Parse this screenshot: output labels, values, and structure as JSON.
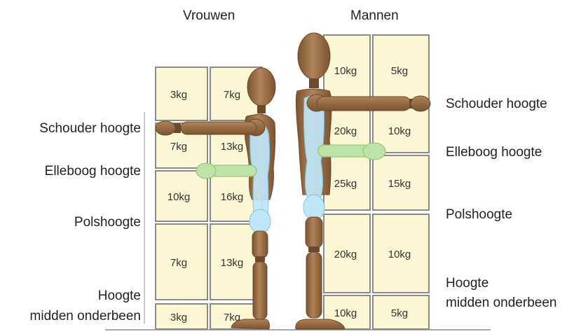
{
  "headings": {
    "women": "Vrouwen",
    "men": "Mannen"
  },
  "left_labels": {
    "shoulder": "Schouder hoogte",
    "elbow": "Elleboog hoogte",
    "wrist": "Polshoogte",
    "shin_line1": "Hoogte",
    "shin_line2": "midden  onderbeen"
  },
  "right_labels": {
    "shoulder": "Schouder hoogte",
    "elbow": "Elleboog hoogte",
    "wrist": "Polshoogte",
    "shin_line1": "Hoogte",
    "shin_line2": "midden  onderbeen"
  },
  "women_grid": {
    "rows": [
      [
        "3kg",
        "7kg"
      ],
      [
        "7kg",
        "13kg"
      ],
      [
        "10kg",
        "16kg"
      ],
      [
        "7kg",
        "13kg"
      ],
      [
        "3kg",
        "7kg"
      ]
    ]
  },
  "men_grid": {
    "rows": [
      [
        "10kg",
        "5kg"
      ],
      [
        "20kg",
        "10kg"
      ],
      [
        "25kg",
        "15kg"
      ],
      [
        "20kg",
        "10kg"
      ],
      [
        "10kg",
        "5kg"
      ]
    ]
  },
  "colors": {
    "box_fill": "#fbf6d3",
    "box_stroke": "#8a8a8a",
    "mannequin": "#a87a52",
    "mannequin_dark": "#6e4a2c",
    "highlight_blue": "#bfe6f7",
    "highlight_green": "#bfe3a6"
  }
}
